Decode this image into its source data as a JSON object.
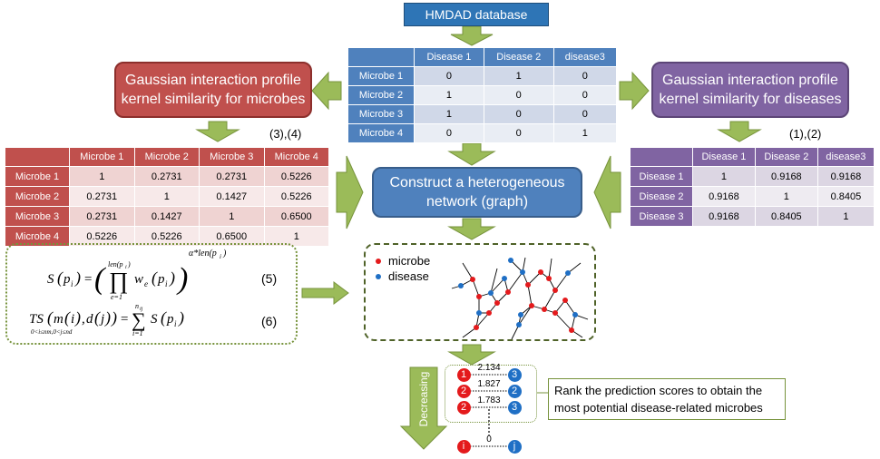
{
  "title_box": "HMDAD database",
  "main_table": {
    "headers": [
      "",
      "Disease 1",
      "Disease 2",
      "disease3"
    ],
    "rows": [
      [
        "Microbe 1",
        "0",
        "1",
        "0"
      ],
      [
        "Microbe 2",
        "1",
        "0",
        "0"
      ],
      [
        "Microbe 3",
        "1",
        "0",
        "0"
      ],
      [
        "Microbe 4",
        "0",
        "0",
        "1"
      ]
    ]
  },
  "microbe_kernel": {
    "line1": "Gaussian interaction profile",
    "line2": "kernel similarity for microbes"
  },
  "disease_kernel": {
    "line1": "Gaussian interaction profile",
    "line2": "kernel similarity for diseases"
  },
  "microbe_eq_ref": "(3),(4)",
  "disease_eq_ref": "(1),(2)",
  "microbe_table": {
    "headers": [
      "",
      "Microbe 1",
      "Microbe 2",
      "Microbe 3",
      "Microbe 4"
    ],
    "rows": [
      [
        "Microbe 1",
        "1",
        "0.2731",
        "0.2731",
        "0.5226"
      ],
      [
        "Microbe 2",
        "0.2731",
        "1",
        "0.1427",
        "0.5226"
      ],
      [
        "Microbe 3",
        "0.2731",
        "0.1427",
        "1",
        "0.6500"
      ],
      [
        "Microbe 4",
        "0.5226",
        "0.5226",
        "0.6500",
        "1"
      ]
    ]
  },
  "disease_table": {
    "headers": [
      "",
      "Disease 1",
      "Disease 2",
      "disease3"
    ],
    "rows": [
      [
        "Disease 1",
        "1",
        "0.9168",
        "0.9168"
      ],
      [
        "Disease 2",
        "0.9168",
        "1",
        "0.8405"
      ],
      [
        "Disease 3",
        "0.9168",
        "0.8405",
        "1"
      ]
    ]
  },
  "network_box": {
    "line1": "Construct  a heterogeneous",
    "line2": "network (graph)"
  },
  "legend": {
    "microbe": "microbe",
    "disease": "disease"
  },
  "formulas": {
    "eq5_label": "(5)",
    "eq6_label": "(6)"
  },
  "ranking": {
    "pairs": [
      {
        "left": "1",
        "right": "3",
        "score": "2.134"
      },
      {
        "left": "2",
        "right": "2",
        "score": "1.827"
      },
      {
        "left": "2",
        "right": "3",
        "score": "1.783"
      }
    ],
    "last": {
      "left": "i",
      "right": "j",
      "score": "0"
    },
    "decreasing": "Decreasing",
    "text_line1": "Rank the prediction scores to obtain the",
    "text_line2": "most potential disease-related microbes"
  },
  "colors": {
    "arrow": "#9bbb59",
    "microbe_node": "#e41a1c",
    "disease_node": "#1f6fc5"
  }
}
